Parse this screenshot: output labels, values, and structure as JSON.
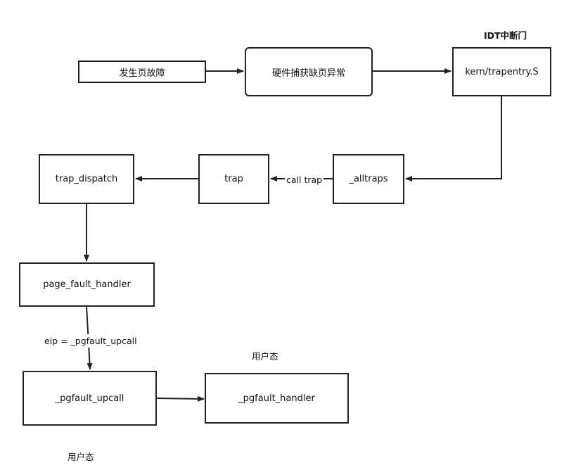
{
  "nodes": {
    "page_fault_occurs": "发生页故障",
    "hw_capture": "硬件捕获缺页异常",
    "trapentry": "kern/trapentry.S",
    "alltraps": "_alltraps",
    "trap": "trap",
    "trap_dispatch": "trap_dispatch",
    "page_fault_handler": "page_fault_handler",
    "pgfault_upcall": "_pgfault_upcall",
    "pgfault_handler": "_pgfault_handler"
  },
  "labels": {
    "idt_gate": "IDT中断门",
    "call_trap": "call trap",
    "eip_assign": "eip = _pgfault_upcall",
    "user_mode_top": "用户态",
    "user_mode_bottom": "用户态"
  }
}
